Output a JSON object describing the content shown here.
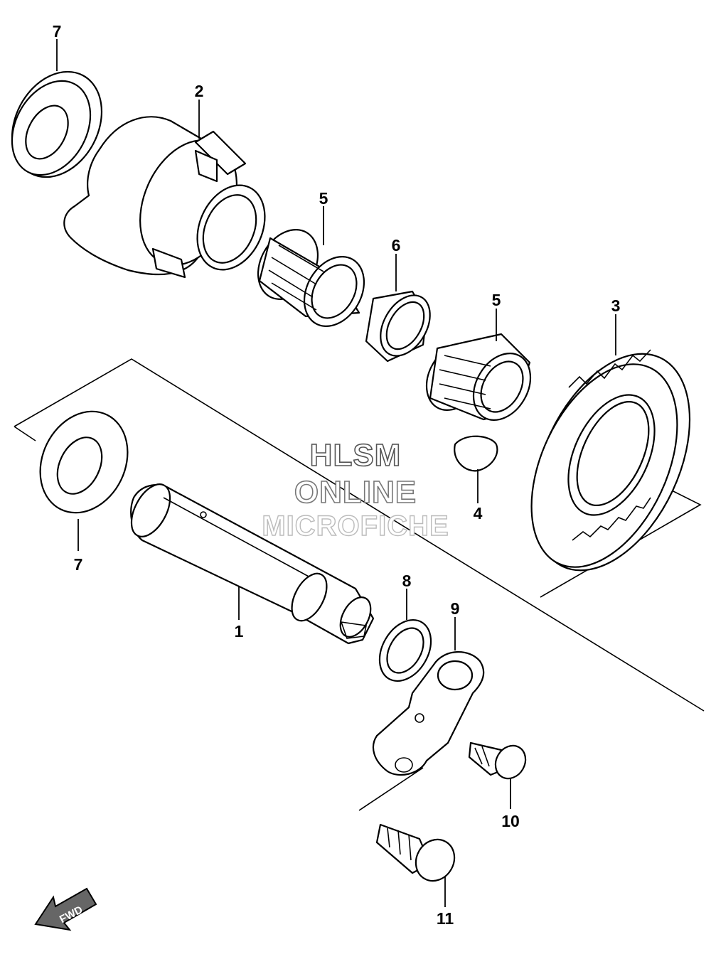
{
  "watermark": {
    "line1": "HLSM",
    "line2": "ONLINE",
    "line3": "MICROFICHE"
  },
  "fwd_label": "FWD",
  "callouts": {
    "p1": "1",
    "p2": "2",
    "p3": "3",
    "p4": "4",
    "p5a": "5",
    "p5b": "5",
    "p6": "6",
    "p7a": "7",
    "p7b": "7",
    "p8": "8",
    "p9": "9",
    "p10": "10",
    "p11": "11"
  }
}
